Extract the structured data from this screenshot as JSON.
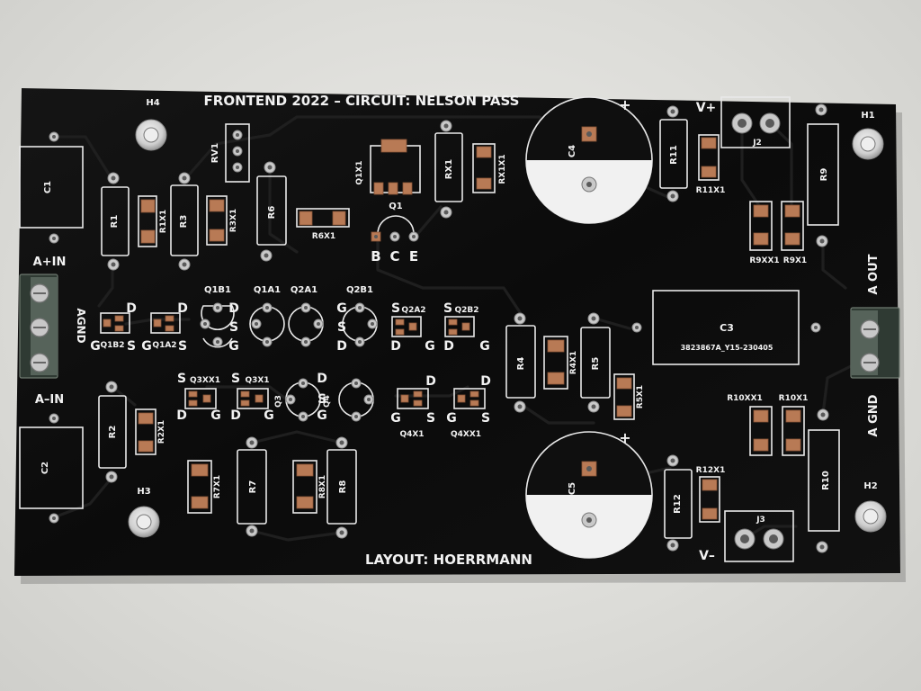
{
  "board": {
    "title": "FRONTEND 2022 – CIRCUIT: NELSON PASS",
    "footer": "LAYOUT: HOERRMANN",
    "mask_color": "#0d0d0d",
    "silk_color": "#f2f2f2",
    "copper_color": "#b87a55"
  },
  "labels": {
    "h4": "H4",
    "h1": "H1",
    "h3": "H3",
    "h2": "H2",
    "c1": "C1",
    "c2": "C2",
    "c3": "C3",
    "c4": "C4",
    "c5": "C5",
    "c3_part": "3823867A_Y15-230405",
    "r1": "R1",
    "r1x1": "R1X1",
    "r3": "R3",
    "r3x1": "R3X1",
    "rv1": "RV1",
    "r6": "R6",
    "r6x1": "R6X1",
    "q1x1": "Q1X1",
    "q1": "Q1",
    "b": "B",
    "c": "C",
    "e": "E",
    "rx1": "RX1",
    "rx1x1": "RX1X1",
    "r11": "R11",
    "r11x1": "R11X1",
    "vplus": "V+",
    "j2": "J2",
    "r9": "R9",
    "r9xx1": "R9XX1",
    "r9x1": "R9X1",
    "a_out": "A OUT",
    "a_gnd": "A GND",
    "a_plus_in": "A+IN",
    "agnd": "AGND",
    "a_minus_in": "A–IN",
    "q1b1": "Q1B1",
    "q1a1": "Q1A1",
    "q2a1": "Q2A1",
    "q2b1": "Q2B1",
    "q1b2": "Q1B2",
    "q1a2": "Q1A2",
    "q2a2": "Q2A2",
    "q2b2": "Q2B2",
    "d": "D",
    "s": "S",
    "g": "G",
    "r4": "R4",
    "r4x1": "R4X1",
    "r5": "R5",
    "r5x1": "R5X1",
    "q3xx1": "Q3XX1",
    "q3x1": "Q3X1",
    "q3": "Q3",
    "q4": "Q4",
    "q4x1": "Q4X1",
    "q4xx1": "Q4XX1",
    "r2": "R2",
    "r2x1": "R2X1",
    "r7": "R7",
    "r7x1": "R7X1",
    "r8": "R8",
    "r8x1": "R8X1",
    "r10": "R10",
    "r10xx1": "R10XX1",
    "r10x1": "R10X1",
    "r12": "R12",
    "r12x1": "R12X1",
    "vminus": "V–",
    "j3": "J3",
    "plus": "+"
  }
}
